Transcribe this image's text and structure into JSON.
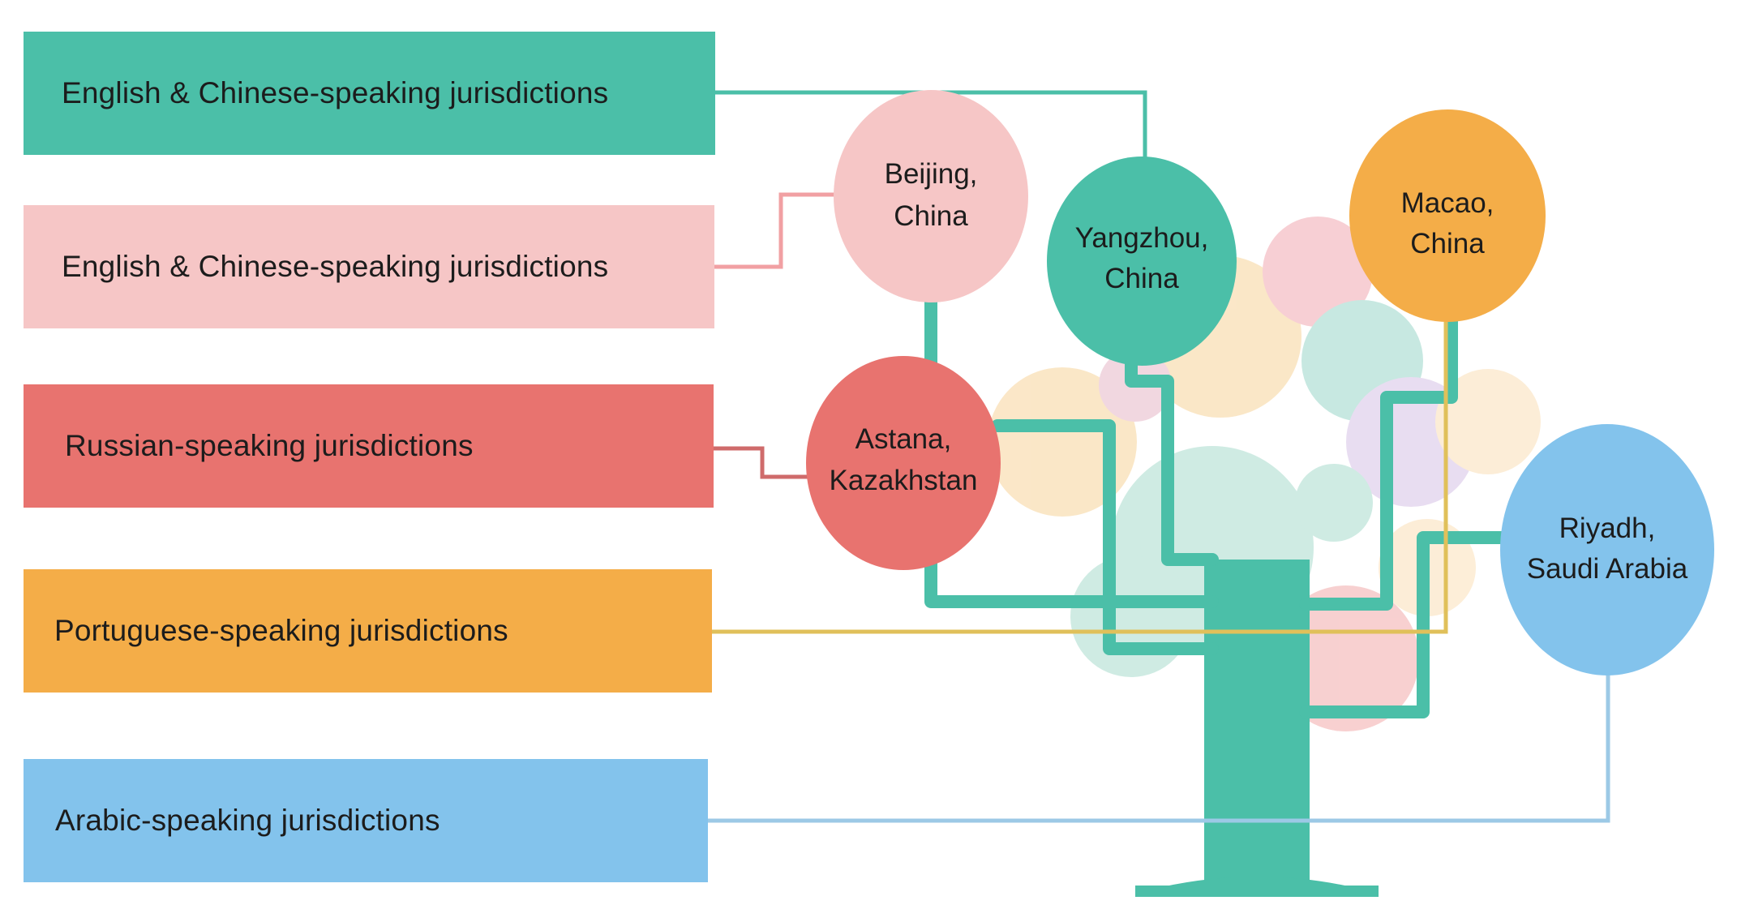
{
  "bars": {
    "english_chinese_1": "English & Chinese-speaking jurisdictions",
    "english_chinese_2": "English & Chinese-speaking jurisdictions",
    "russian": "Russian-speaking jurisdictions",
    "portuguese": "Portuguese-speaking jurisdictions",
    "arabic": "Arabic-speaking jurisdictions"
  },
  "nodes": {
    "beijing": {
      "line1": "Beijing,",
      "line2": "China"
    },
    "yangzhou": {
      "line1": "Yangzhou,",
      "line2": "China"
    },
    "macao": {
      "line1": "Macao,",
      "line2": "China"
    },
    "astana": {
      "line1": "Astana,",
      "line2": "Kazakhstan"
    },
    "riyadh": {
      "line1": "Riyadh,",
      "line2": "Saudi Arabia"
    }
  },
  "colors": {
    "teal": "#4bbfa8",
    "pink": "#f6c6c6",
    "red": "#e8736f",
    "orange": "#f4ad48",
    "blue": "#83c3ec"
  }
}
